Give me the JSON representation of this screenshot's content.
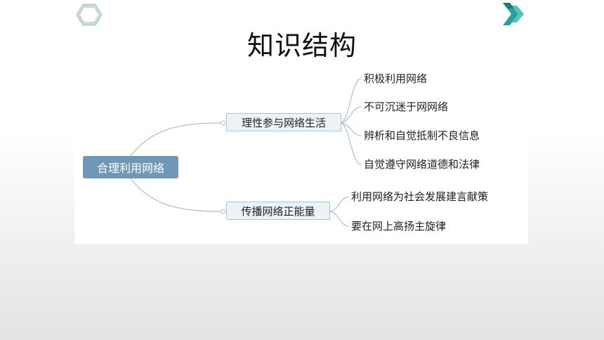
{
  "slide": {
    "title": "知识结构",
    "icons": {
      "top_left": "hexagon-icon",
      "top_right": "double-chevron-icon"
    },
    "colors": {
      "root_fill": "#6f97b6",
      "branch_fill": "#edf2f6",
      "branch_border": "#a9c2d4",
      "line": "#a7c3d3"
    }
  },
  "mindmap": {
    "root": "合理利用网络",
    "branches": [
      {
        "label": "理性参与网络生活",
        "children": [
          "积极利用网络",
          "不可沉迷于网网络",
          "辨析和自觉抵制不良信息",
          "自觉遵守网络道德和法律"
        ]
      },
      {
        "label": "传播网络正能量",
        "children": [
          "利用网络为社会发展建言献策",
          "要在网上高扬主旋律"
        ]
      }
    ]
  }
}
